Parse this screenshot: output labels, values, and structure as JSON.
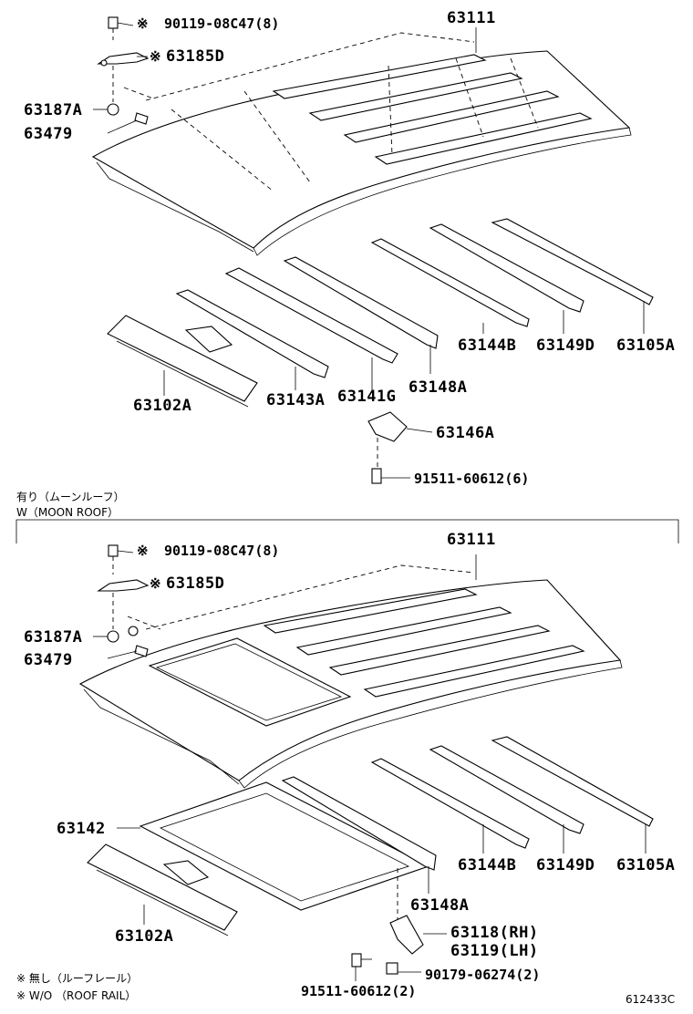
{
  "diagram": {
    "top": {
      "labels": {
        "bolt": "90119-08C47(8)",
        "bracket": "63185D",
        "nut": "63187A",
        "clip": "63479",
        "roof_panel": "63111",
        "reinf_a": "63144B",
        "reinf_b": "63149D",
        "reinf_c": "63105A",
        "bow_a": "63143A",
        "bow_b": "63141G",
        "bow_c": "63148A",
        "header": "63102A",
        "bracket_small": "63146A",
        "screw": "91511-60612(6)"
      },
      "marks": {
        "bolt": "※",
        "bracket": "※"
      }
    },
    "section_heading": {
      "jp": "有り（ムーンルーフ）",
      "en": "W（MOON ROOF）"
    },
    "bottom": {
      "labels": {
        "bolt": "90119-08C47(8)",
        "bracket": "63185D",
        "nut": "63187A",
        "clip": "63479",
        "roof_panel": "63111",
        "frame": "63142",
        "reinf_a": "63144B",
        "reinf_b": "63149D",
        "reinf_c": "63105A",
        "bow_c": "63148A",
        "header": "63102A",
        "bracket_rh": "63118(RH)",
        "bracket_lh": "63119(LH)",
        "nut2": "90179-06274(2)",
        "screw": "91511-60612(2)"
      },
      "marks": {
        "bolt": "※",
        "bracket": "※"
      }
    },
    "footnote": {
      "jp": "※ 無し（ルーフレール）",
      "en": "※ W/O （ROOF RAIL）"
    },
    "figure_code": "612433C"
  }
}
